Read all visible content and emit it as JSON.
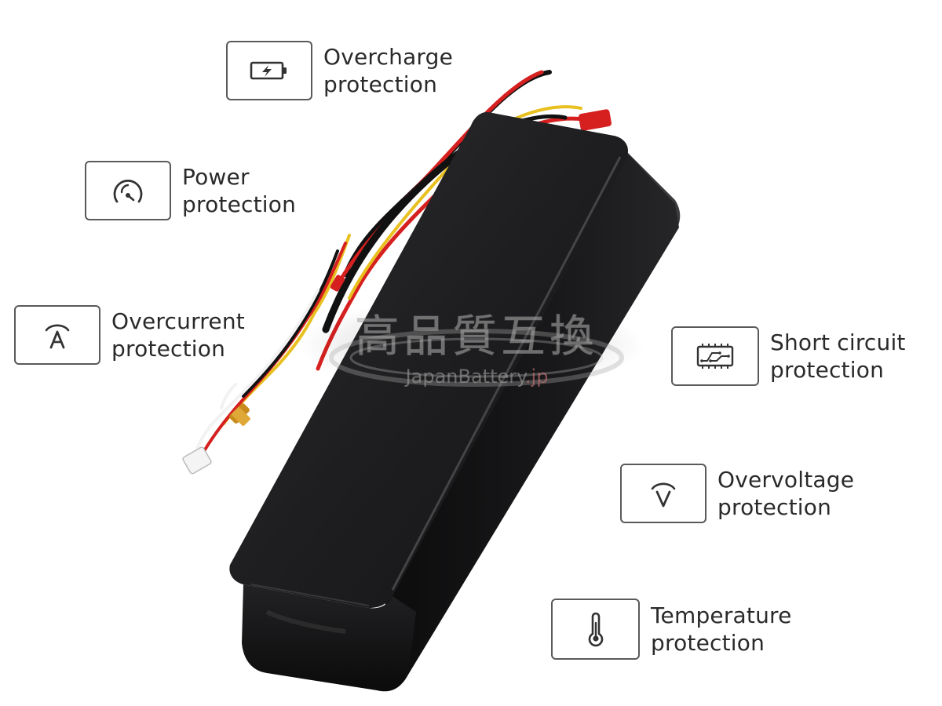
{
  "features": [
    {
      "id": "overcharge",
      "icon": "battery-charging-icon",
      "line1": "Overcharge",
      "line2": "protection"
    },
    {
      "id": "power",
      "icon": "gauge-icon",
      "line1": "Power",
      "line2": "protection"
    },
    {
      "id": "overcurrent",
      "icon": "ampere-icon",
      "line1": "Overcurrent",
      "line2": "protection"
    },
    {
      "id": "short-circuit",
      "icon": "circuit-board-icon",
      "line1": "Short circuit",
      "line2": "protection"
    },
    {
      "id": "overvoltage",
      "icon": "voltage-icon",
      "line1": "Overvoltage",
      "line2": "protection"
    },
    {
      "id": "temperature",
      "icon": "thermometer-icon",
      "line1": "Temperature",
      "line2": "protection"
    }
  ],
  "watermark": {
    "jp_text": "高品質互換",
    "brand": "JapanBattery",
    "tld": ".jp"
  },
  "colors": {
    "text": "#2a2a2a",
    "icon_stroke": "#333333",
    "box_border": "#5a5a5a",
    "battery_body": "#1c1c1e",
    "wire_red": "#d62020",
    "wire_black": "#111111",
    "wire_yellow": "#e8c020",
    "wire_white": "#f2f2f2",
    "connector_gold": "#c98a1c"
  }
}
